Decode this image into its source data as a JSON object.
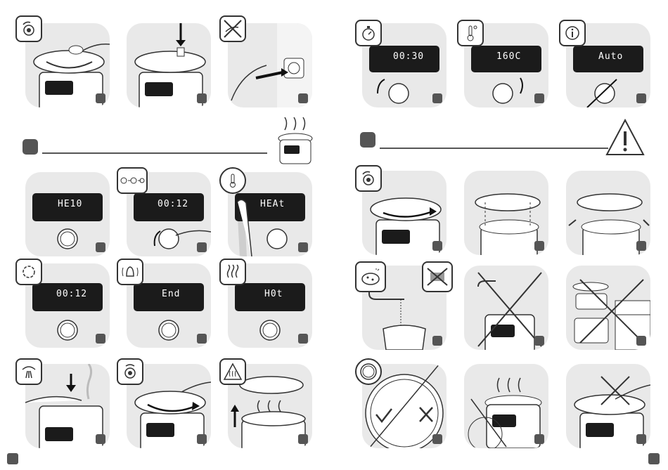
{
  "displays": {
    "p_r1a": "00:30",
    "p_r1b": "160C",
    "p_r1c": "Auto",
    "p_l2a": "HE10",
    "p_l2b": "00:12",
    "p_l2c": "HEAt",
    "p_l3a": "00:12",
    "p_l3b": "End",
    "p_l3c": "H0t"
  },
  "icons": {
    "timer": "stopwatch-icon",
    "temperature": "thermometer-icon",
    "info": "info-icon",
    "warning": "warning-icon",
    "steam": "steam-icon",
    "alarm": "alarm-bell-icon",
    "keep_warm": "heat-waves-icon",
    "hot_surface": "hot-surface-icon",
    "release": "pressure-release-icon"
  },
  "colors": {
    "panel_bg": "#e9e9e9",
    "display_bg": "#1b1b1b",
    "accent": "#555555"
  }
}
